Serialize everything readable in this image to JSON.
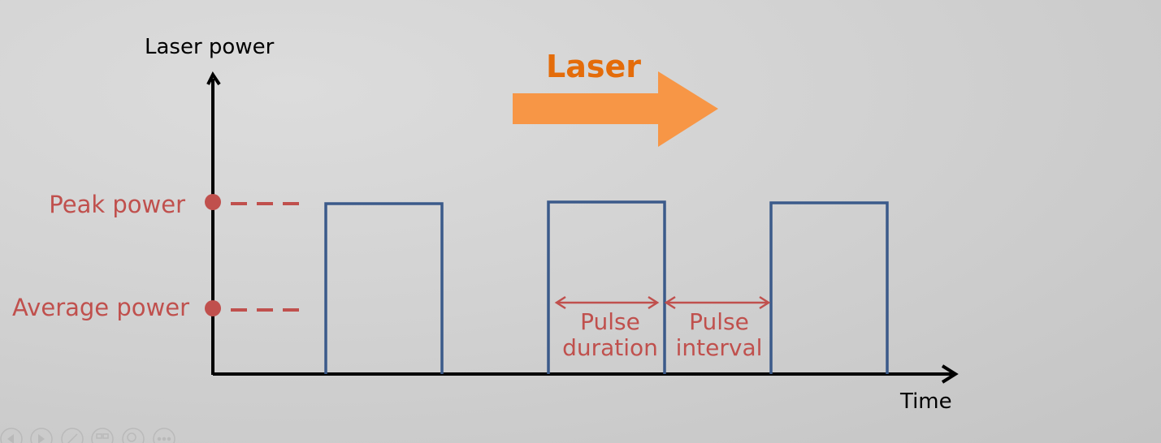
{
  "title": "Laser",
  "y_axis_label": "Laser power",
  "x_axis_label": "Time",
  "levels": {
    "peak": "Peak power",
    "average": "Average power"
  },
  "annotations": {
    "pulse_duration": [
      "Pulse",
      "duration"
    ],
    "pulse_interval": [
      "Pulse",
      "interval"
    ]
  },
  "pulse_count": 3,
  "colors": {
    "axis": "#000000",
    "pulse": "#3B5A8A",
    "accent_red": "#C0504D",
    "arrow_fill": "#F79646",
    "title": "#E46C0A"
  },
  "slideshow_controls": [
    "previous-icon",
    "next-icon",
    "pen-icon",
    "slide-sorter-icon",
    "zoom-icon",
    "more-options-icon"
  ]
}
